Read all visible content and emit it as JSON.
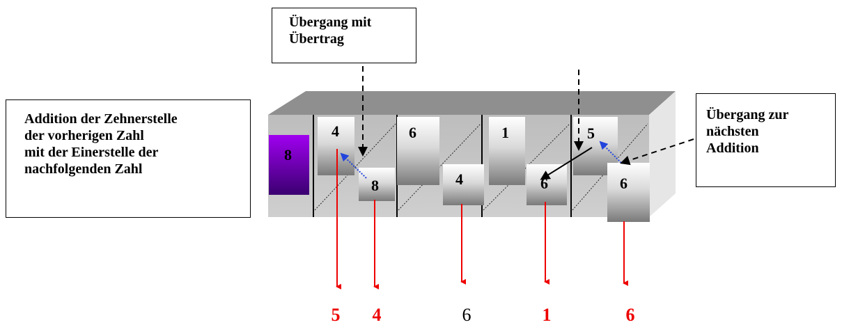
{
  "callouts": {
    "left": "Addition der Zehnerstelle\nder vorherigen Zahl\nmit der Einerstelle der\nnachfolgenden Zahl",
    "top": "Übergang mit\nÜbertrag",
    "right": "Übergang zur\nnächsten\nAddition"
  },
  "carry_digit": "8",
  "upper_digits": [
    "4",
    "6",
    "1",
    "5"
  ],
  "lower_digits": [
    "8",
    "4",
    "6",
    "6"
  ],
  "results": [
    {
      "value": "5",
      "highlight": true
    },
    {
      "value": "4",
      "highlight": true
    },
    {
      "value": "6",
      "highlight": false
    },
    {
      "value": "1",
      "highlight": true
    },
    {
      "value": "6",
      "highlight": true
    }
  ],
  "colors": {
    "result_highlight": "#ee0000",
    "result_arrow": "#ee0000",
    "carry_arrow": "#2244dd",
    "carry_box_top": "#a000f0",
    "carry_box_bottom": "#3a0070"
  }
}
